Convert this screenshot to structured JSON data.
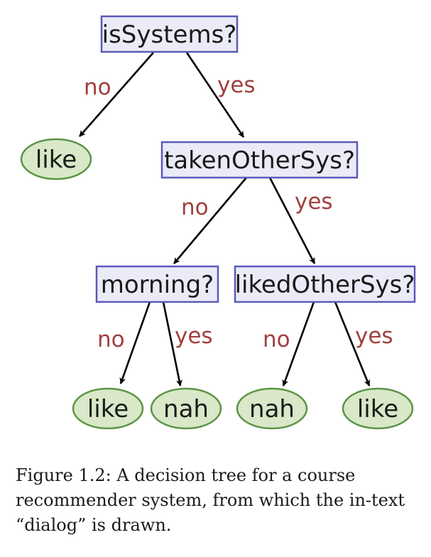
{
  "diagram": {
    "nodes": {
      "root": {
        "label": "isSystems?"
      },
      "leaf_root_no": {
        "label": "like"
      },
      "taken": {
        "label": "takenOtherSys?"
      },
      "morning": {
        "label": "morning?"
      },
      "liked": {
        "label": "likedOtherSys?"
      },
      "leaf_morning_no": {
        "label": "like"
      },
      "leaf_morning_yes": {
        "label": "nah"
      },
      "leaf_liked_no": {
        "label": "nah"
      },
      "leaf_liked_yes": {
        "label": "like"
      }
    },
    "edges": {
      "root_no": {
        "label": "no"
      },
      "root_yes": {
        "label": "yes"
      },
      "taken_no": {
        "label": "no"
      },
      "taken_yes": {
        "label": "yes"
      },
      "morning_no": {
        "label": "no"
      },
      "morning_yes": {
        "label": "yes"
      },
      "liked_no": {
        "label": "no"
      },
      "liked_yes": {
        "label": "yes"
      }
    }
  },
  "caption": {
    "text": "Figure 1.2: A decision tree for a course recommender system, from which the in-text “dialog” is drawn."
  }
}
